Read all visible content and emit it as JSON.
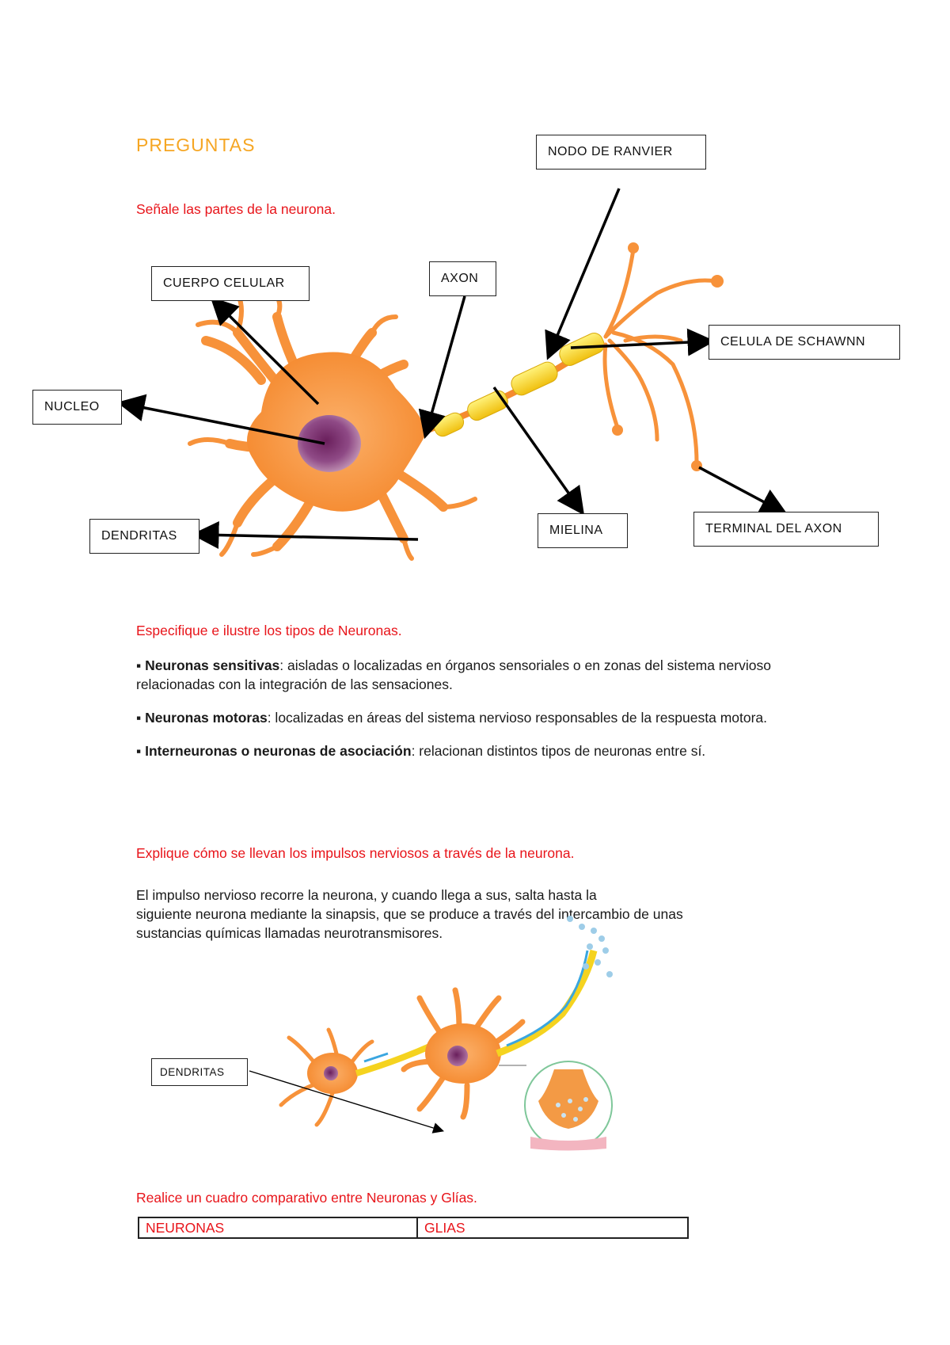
{
  "title": "PREGUNTAS",
  "q1": {
    "question": "Señale las partes de la neurona.",
    "labels": {
      "nodo": "NODO DE RANVIER",
      "cuerpo": "CUERPO CELULAR",
      "axon": "AXON",
      "schwann": "CELULA DE SCHAWNN",
      "nucleo": "NUCLEO",
      "dendritas": "DENDRITAS",
      "mielina": "MIELINA",
      "terminal": "TERMINAL DEL AXON"
    }
  },
  "q2": {
    "question": "Especifique e ilustre los tipos de Neuronas.",
    "items": [
      {
        "bullet": "▪ ",
        "term": "Neuronas sensitivas",
        "text": ": aisladas o localizadas en órganos sensoriales o en zonas del sistema nervioso relacionadas con la integración de las sensaciones."
      },
      {
        "bullet": "▪ ",
        "term": "Neuronas motoras",
        "text": ": localizadas en áreas del sistema nervioso responsables de la respuesta motora."
      },
      {
        "bullet": "▪ ",
        "term": "Interneuronas o neuronas de asociación",
        "text": ": relacionan distintos tipos de neuronas entre sí."
      }
    ]
  },
  "q3": {
    "question": "Explique cómo se llevan los impulsos nerviosos a través de la neurona.",
    "lines": [
      "El impulso nervioso recorre la neurona, y cuando llega a sus, salta hasta la",
      "siguiente neurona mediante la sinapsis, que se produce a través del intercambio de unas",
      "sustancias químicas llamadas neurotransmisores."
    ],
    "label": "DENDRITAS"
  },
  "q4": {
    "question": "Realice un cuadro comparativo entre Neuronas y Glías.",
    "table_headers": [
      "NEURONAS",
      "GLIAS"
    ]
  },
  "colors": {
    "title": "#f6a623",
    "question": "#e8141a",
    "neuron": "#f7923a",
    "nucleus": "#7a2d6a",
    "myelin": "#f5d31f"
  }
}
